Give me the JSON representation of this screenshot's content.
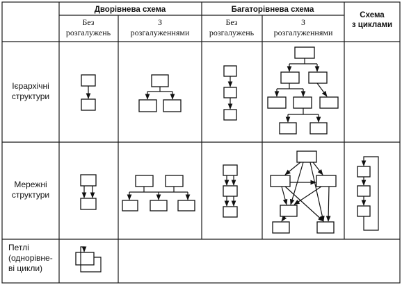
{
  "header": {
    "two_level": "Дворівнева схема",
    "multi_level": "Багаторівнева схема",
    "cycles_line1": "Схема",
    "cycles_line2": "з циклами"
  },
  "subheader": {
    "no_branch_line1": "Без",
    "no_branch_line2": "розгалужень",
    "with_branch_line1": "З",
    "with_branch_line2": "розгалуженнями"
  },
  "rows": {
    "hierarchical": {
      "line1": "Ієрархічні",
      "line2": "структури"
    },
    "network": {
      "line1": "Мережні",
      "line2": "структури"
    },
    "loops": {
      "line1": "Петлі",
      "line2": "(однорівне-",
      "line3": "ві цикли)"
    }
  }
}
